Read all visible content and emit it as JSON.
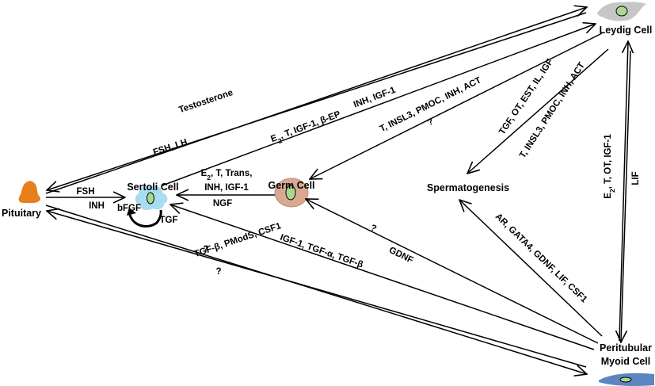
{
  "colors": {
    "cell_label": "#7030a0",
    "spermatogenesis_label": "#00b050",
    "pituitary_fill": "#e87e1c",
    "sertoli_fill": "#a8dcf0",
    "germ_fill": "#d9a890",
    "leydig_fill": "#c6c6c6",
    "myoid_fill": "#5b86c0",
    "nucleus_fill": "#a9d98e",
    "arrow": "#000000"
  },
  "nodes": {
    "pituitary": {
      "label": "Pituitary"
    },
    "sertoli": {
      "label": "Sertoli Cell"
    },
    "germ": {
      "label": "Germ Cell"
    },
    "spermatogenesis": {
      "label": "Spermatogenesis"
    },
    "leydig": {
      "label": "Leydig Cell"
    },
    "myoid": {
      "label_line1": "Peritubular",
      "label_line2": "Myoid Cell"
    }
  },
  "edge_labels": {
    "testosterone": "Testosterone",
    "fsh_lh": "FSH, LH",
    "inh_igf1_leydig_sertoli": "INH, IGF-1",
    "e2_t_igf1_bep": "E2, T, IGF-1, β-EP",
    "t_insl3_pmoc_inh_act_germ": "T, INSL3, PMOC, INH, ACT",
    "question_leydig_germ": "?",
    "tgf_ot_est_il_igf": "TGF, OT, EST, IL, IGF",
    "t_insl3_pmoc_inh_act_sperm": "T, INSL3, PMOC, INH, ACT",
    "e2_t_ot_igf1": "E2, T, OT, IGF-1",
    "lif": "LIF",
    "fsh": "FSH",
    "inh": "INH",
    "bfgf": "bFGF",
    "tgf": "TGF",
    "e2_t_trans": "E2, T, Trans,",
    "inh_igf1_germ_sertoli": "INH, IGF-1",
    "ngf": "NGF",
    "tgfb_pmods_csf1": "TGF-β, PModS, CSF1",
    "igf1_tgfa_tgfb": "IGF-1, TGF-α, TGF-β",
    "question_myoid_germ": "?",
    "gdnf": "GDNF",
    "ar_gata4_gdnf_lif_csf1": "AR, GATA4, GDNF, LIF, CSF1",
    "question_pituitary_myoid_upper": "?",
    "question_pituitary_myoid_lower": "?"
  }
}
